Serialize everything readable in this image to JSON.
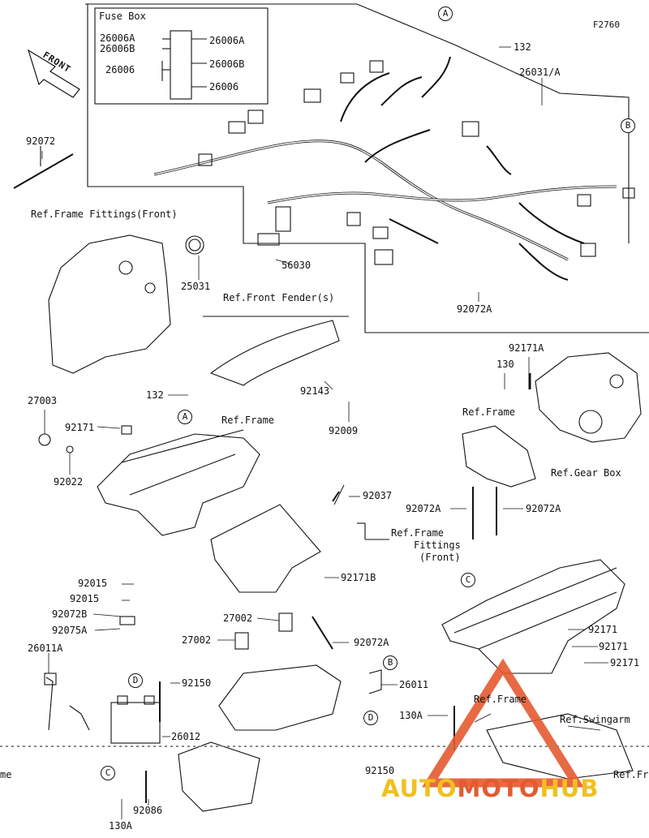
{
  "diagram": {
    "code": "F2760",
    "front_label": "FRONT",
    "fuse_box": {
      "title": "Fuse Box",
      "labels": [
        "26006A",
        "26006B",
        "26006",
        "26006A",
        "26006B",
        "26006"
      ]
    },
    "refs": {
      "frame_fittings_front": "Ref.Frame Fittings(Front)",
      "front_fenders": "Ref.Front Fender(s)",
      "frame1": "Ref.Frame",
      "frame2": "Ref.Frame",
      "frame3": "Ref.Frame",
      "frame_fittings2_line1": "Ref.Frame",
      "frame_fittings2_line2": "Fittings",
      "frame_fittings2_line3": "(Front)",
      "gear_box": "Ref.Gear Box",
      "swingarm": "Ref.Swingarm",
      "frame_cut": "Ref.Fr",
      "me_cut": "me"
    },
    "parts": {
      "p132a": "132",
      "p26031": "26031/A",
      "p92072": "92072",
      "p25031": "25031",
      "p56030": "56030",
      "p92072A": "92072A",
      "p132b": "132",
      "p27003": "27003",
      "p92171a": "92171",
      "p92022": "92022",
      "p92143": "92143",
      "p92009": "92009",
      "p130": "130",
      "p92171A": "92171A",
      "p92072A2": "92072A",
      "p92072A3": "92072A",
      "p92037": "92037",
      "p92171B": "92171B",
      "p92015a": "92015",
      "p92015b": "92015",
      "p92072B": "92072B",
      "p92075A": "92075A",
      "p26011A": "26011A",
      "p92150": "92150",
      "p26012": "26012",
      "p92150b": "92150",
      "p92086": "92086",
      "p130Ab": "130A",
      "p27002a": "27002",
      "p27002b": "27002",
      "p92072A4": "92072A",
      "p26011": "26011",
      "p130A": "130A",
      "p92171b": "92171",
      "p92171c": "92171",
      "p92171d": "92171"
    },
    "circle_labels": {
      "A1": "A",
      "B1": "B",
      "A2": "A",
      "C1": "C",
      "D1": "D",
      "B2": "B",
      "D2": "D",
      "C2": "C"
    },
    "watermark": {
      "part1": "AUTO",
      "part2": "MOTO",
      "part3": "HUB"
    },
    "colors": {
      "line": "#111111",
      "watermark_yellow": "#f0c020",
      "watermark_red": "#e45a30"
    }
  }
}
